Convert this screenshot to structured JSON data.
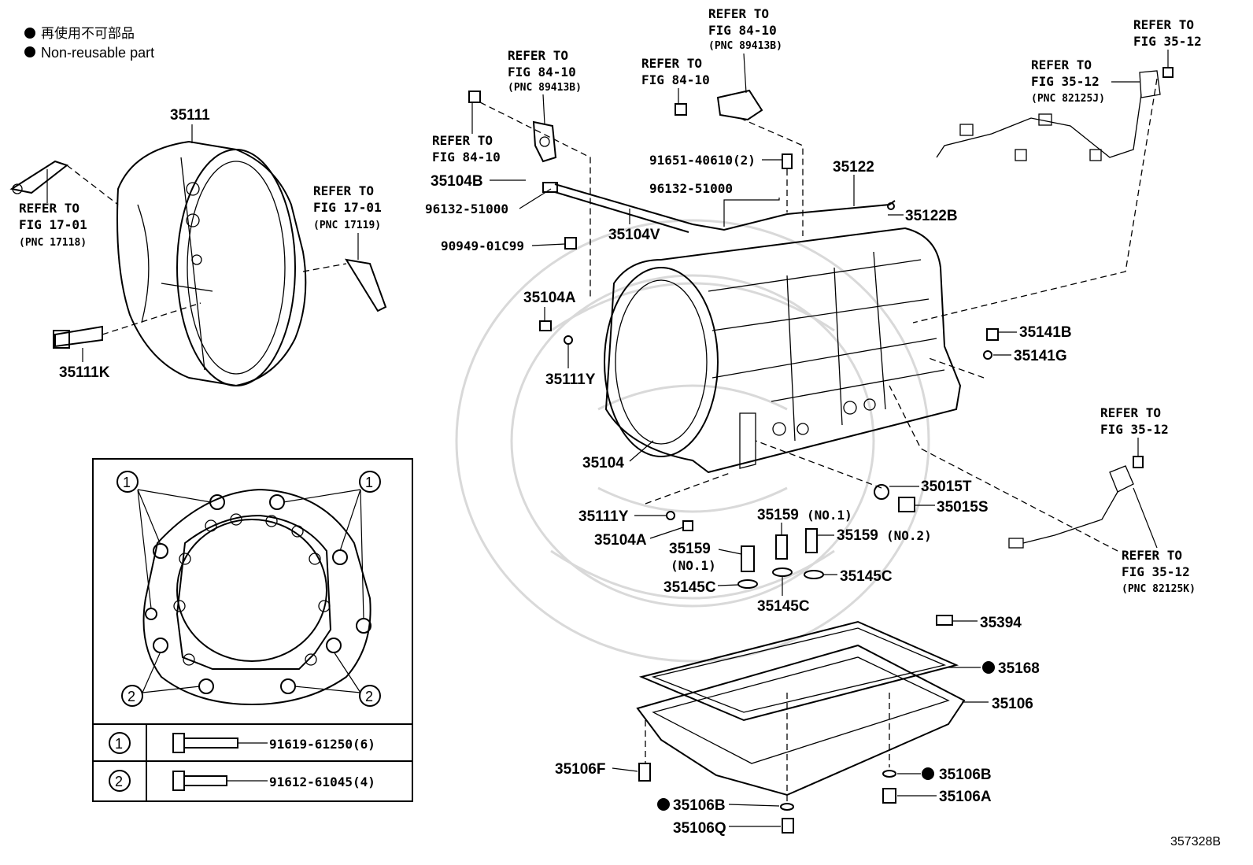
{
  "legend": {
    "line1": "再使用不可部品",
    "line2": "Non-reusable part"
  },
  "figure_id": "357328B",
  "refs": {
    "r1_a": "REFER TO",
    "r1_b": "FIG 84-10",
    "r1_c": "(PNC 89413B)",
    "r2_a": "REFER TO",
    "r2_b": "FIG 84-10",
    "r2_c": "(PNC 89413B)",
    "r3_a": "REFER TO",
    "r3_b": "FIG 84-10",
    "r4_a": "REFER TO",
    "r4_b": "FIG 84-10",
    "r5_a": "REFER TO",
    "r5_b": "FIG 35-12",
    "r6_a": "REFER TO",
    "r6_b": "FIG 35-12",
    "r6_c": "(PNC 82125J)",
    "r7_a": "REFER TO",
    "r7_b": "FIG 17-01",
    "r7_c": "(PNC 17118)",
    "r8_a": "REFER TO",
    "r8_b": "FIG 17-01",
    "r8_c": "(PNC 17119)",
    "r9_a": "REFER TO",
    "r9_b": "FIG 35-12",
    "r10_a": "REFER TO",
    "r10_b": "FIG 35-12",
    "r10_c": "(PNC 82125K)"
  },
  "parts": {
    "p35111": "35111",
    "p35111K": "35111K",
    "p35104B": "35104B",
    "p96132a": "96132-51000",
    "p96132b": "96132-51000",
    "p90949": "90949-01C99",
    "p91651": "91651-40610(2)",
    "p35122": "35122",
    "p35122B": "35122B",
    "p35104V": "35104V",
    "p35104A_1": "35104A",
    "p35111Y_1": "35111Y",
    "p35141B": "35141B",
    "p35141G": "35141G",
    "p35104": "35104",
    "p35015T": "35015T",
    "p35015S": "35015S",
    "p35111Y_2": "35111Y",
    "p35104A_2": "35104A",
    "p35159_1": "35159",
    "p35159_1n": "(NO.1)",
    "p35159_2": "35159",
    "p35159_2n": "(NO.1)",
    "p35159_3": "35159",
    "p35159_3n": "(NO.2)",
    "p35145C_1": "35145C",
    "p35145C_2": "35145C",
    "p35145C_3": "35145C",
    "p35394": "35394",
    "p35168": "35168",
    "p35106": "35106",
    "p35106F": "35106F",
    "p35106B_1": "35106B",
    "p35106A": "35106A",
    "p35106B_2": "35106B",
    "p35106Q": "35106Q"
  },
  "inset": {
    "marker1": "1",
    "marker2": "2",
    "row1_marker": "1",
    "row1_part": "91619-61250(6)",
    "row2_marker": "2",
    "row2_part": "91612-61045(4)"
  }
}
